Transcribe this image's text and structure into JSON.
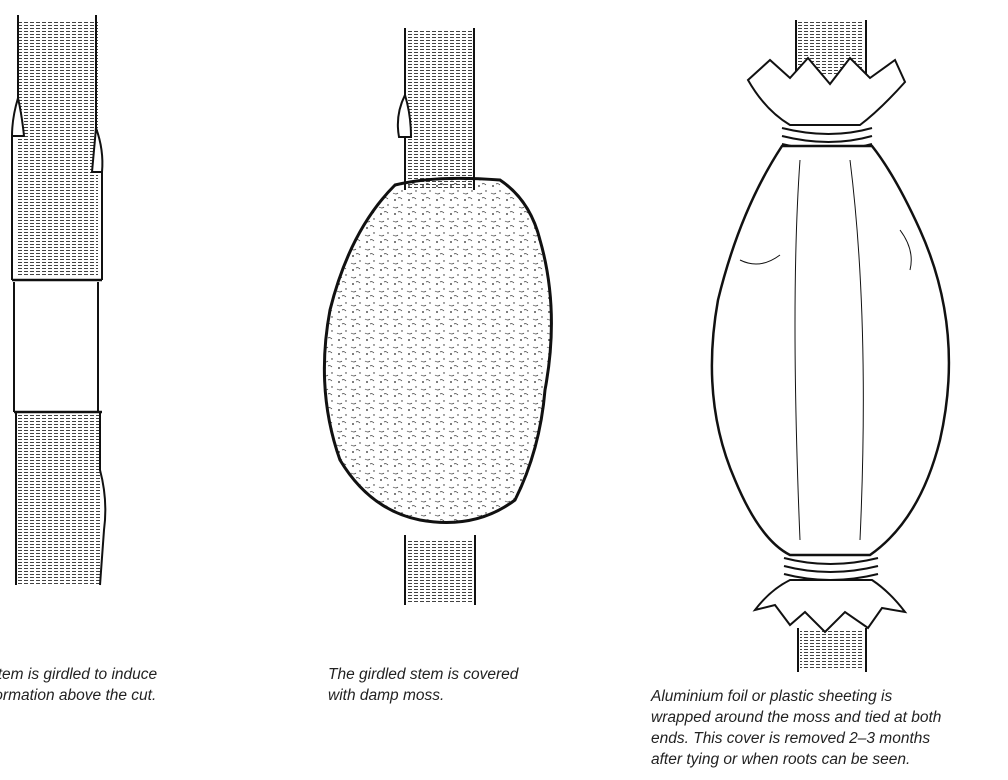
{
  "figure": {
    "ink_color": "#111111",
    "paper_color": "#ffffff",
    "panels": [
      {
        "name": "girdled-stem",
        "caption_lines": [
          "stem is girdled to induce",
          "formation above the cut."
        ]
      },
      {
        "name": "moss-covered-stem",
        "caption_lines": [
          "The girdled stem is covered",
          "with damp moss."
        ]
      },
      {
        "name": "wrapped-stem",
        "caption_lines": [
          "Aluminium foil or plastic sheeting is",
          "wrapped around the moss and tied at both",
          "ends. This cover is removed 2–3 months",
          "after tying or when roots can be seen."
        ]
      }
    ]
  }
}
